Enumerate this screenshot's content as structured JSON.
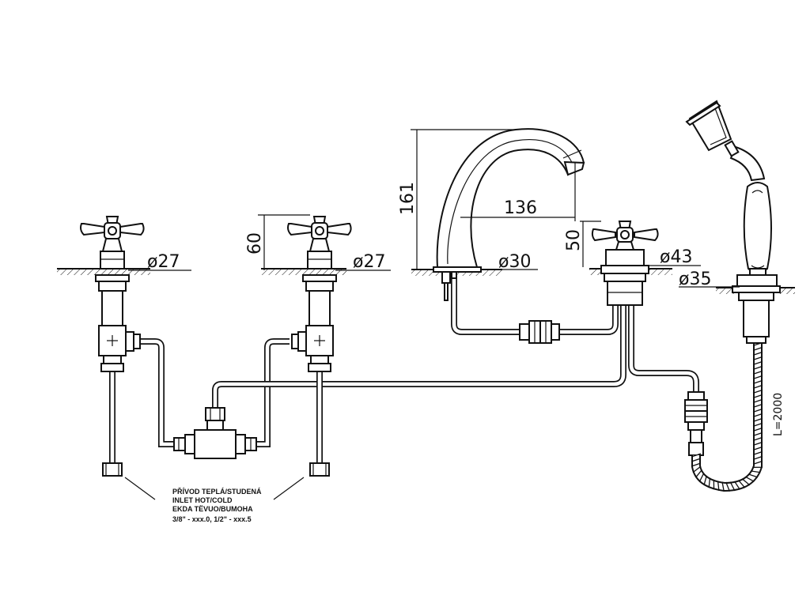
{
  "dimensions": {
    "d27_left": "ø27",
    "d27_right": "ø27",
    "h60": "60",
    "h161": "161",
    "w136": "136",
    "d30": "ø30",
    "h50": "50",
    "d43": "ø43",
    "d35": "ø35",
    "hose_length": "L=2000"
  },
  "supply_note": {
    "line1": "PŘÍVOD TEPLÁ/STUDENÁ",
    "line2": "INLET HOT/COLD",
    "line3": "EKDA TËVUO/BUMOHA",
    "line4": "3/8\" - xxx.0, 1/2\" - xxx.5"
  }
}
